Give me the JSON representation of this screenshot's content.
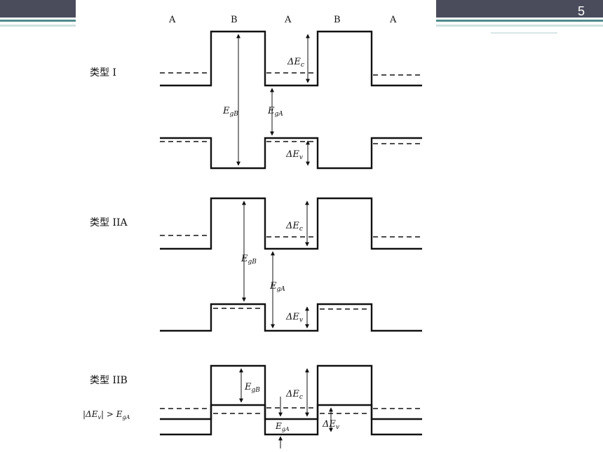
{
  "slide": {
    "number": "5"
  },
  "colors": {
    "header": "#4a4c5c",
    "accent_teal": "#4e8a8c",
    "accent_light": "#cfe0e0"
  },
  "figure": {
    "regions": [
      "A",
      "B",
      "A",
      "B",
      "A"
    ],
    "panel1": {
      "type_label": "类型 I",
      "dEc": "ΔE",
      "dEc_sub": "c",
      "dEv": "ΔE",
      "dEv_sub": "v",
      "EgB": "E",
      "EgB_sub": "gB",
      "EgA": "E",
      "EgA_sub": "gA"
    },
    "panel2": {
      "type_label": "类型 IIA",
      "dEc": "ΔE",
      "dEc_sub": "c",
      "dEv": "ΔE",
      "dEv_sub": "v",
      "EgB": "E",
      "EgB_sub": "gB",
      "EgA": "E",
      "EgA_sub": "gA"
    },
    "panel3": {
      "type_label": "类型 IIB",
      "condition": "|ΔE",
      "condition_sub": "v",
      "condition_rest": "| > E",
      "condition_sub2": "gA",
      "dEc": "ΔE",
      "dEc_sub": "c",
      "dEv": "ΔE",
      "dEv_sub": "v",
      "EgB": "E",
      "EgB_sub": "gB",
      "EgA": "E",
      "EgA_sub": "gA"
    }
  }
}
